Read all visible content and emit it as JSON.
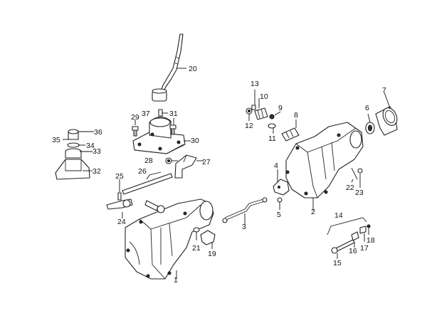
{
  "callouts": {
    "c1": "1",
    "c2": "2",
    "c3": "3",
    "c4": "4",
    "c5": "5",
    "c6": "6",
    "c7": "7",
    "c8": "8",
    "c9": "9",
    "c10": "10",
    "c11": "11",
    "c12": "12",
    "c13": "13",
    "c14": "14",
    "c15": "15",
    "c16": "16",
    "c17": "17",
    "c18": "18",
    "c19": "19",
    "c20": "20",
    "c21": "21",
    "c22": "22",
    "c23": "23",
    "c24": "24",
    "c25": "25",
    "c26": "26",
    "c27": "27",
    "c28": "28",
    "c29": "29",
    "c30": "30",
    "c31": "31",
    "c32": "32",
    "c33": "33",
    "c34": "34",
    "c35": "35",
    "c36": "36",
    "c37": "37"
  }
}
